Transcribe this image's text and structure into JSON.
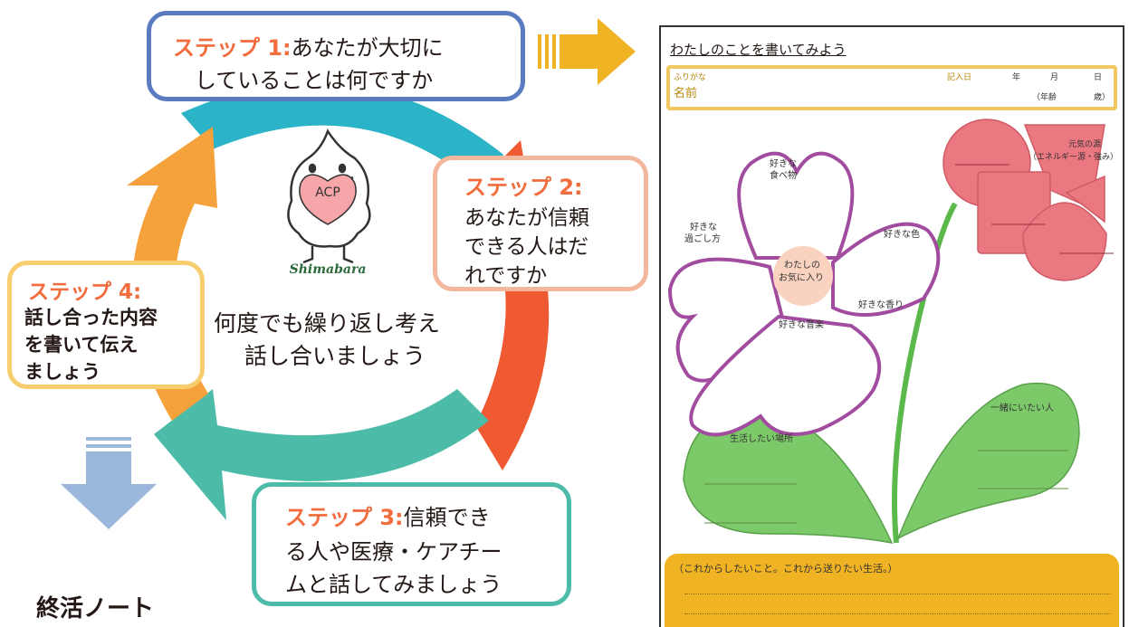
{
  "colors": {
    "blue": "#5a7bbf",
    "cyan": "#2bb3c8",
    "red": "#ef5a32",
    "teal": "#4cbba8",
    "orange": "#f5a23c",
    "peach": "#f3b79e",
    "gold": "#f0b323",
    "yellow_border": "#f6ce6e",
    "purple": "#a24ca0",
    "green": "#7cc96a",
    "pink": "#e96a74",
    "down_arrow": "#9bb8dc",
    "step_label": "#f26c3d"
  },
  "mascot": {
    "badge": "ACP",
    "wordmark": "Shimabara"
  },
  "steps": [
    {
      "label": "ステップ 1:",
      "text_lines": [
        "あなたが大切に",
        "していることは何ですか"
      ]
    },
    {
      "label": "ステップ 2:",
      "text_lines": [
        "あなたが信頼",
        "できる人はだ",
        "れですか"
      ]
    },
    {
      "label": "ステップ 3:",
      "text_lines": [
        "信頼でき",
        "る人や医療・ケアチー",
        "ムと話してみましょう"
      ]
    },
    {
      "label": "ステップ 4:",
      "text_lines": [
        "話し合った内容",
        "を書いて伝え",
        "ましょう"
      ]
    }
  ],
  "center_lines": [
    "何度でも繰り返し考え",
    "話し合いましょう"
  ],
  "bottom_label": "終活ノート",
  "worksheet": {
    "title": "わたしのことを書いてみよう",
    "furigana": "ふりがな",
    "name": "名前",
    "entry_date": "記入日",
    "year": "年",
    "month": "月",
    "day": "日",
    "age": "（年齢",
    "age_unit": "歳）",
    "center": [
      "わたしの",
      "お気に入り"
    ],
    "petals": {
      "food": [
        "好きな",
        "食べ物"
      ],
      "pastime": [
        "好きな",
        "過ごし方"
      ],
      "color": "好きな色",
      "scent": "好きな香り",
      "music": "好きな音楽"
    },
    "energy": [
      "元気の源",
      "（エネルギー源・強み）"
    ],
    "leaf_left": "生活したい場所",
    "leaf_right": "一緒にいたい人",
    "future": "（これからしたいこと。これから送りたい生活。）"
  }
}
